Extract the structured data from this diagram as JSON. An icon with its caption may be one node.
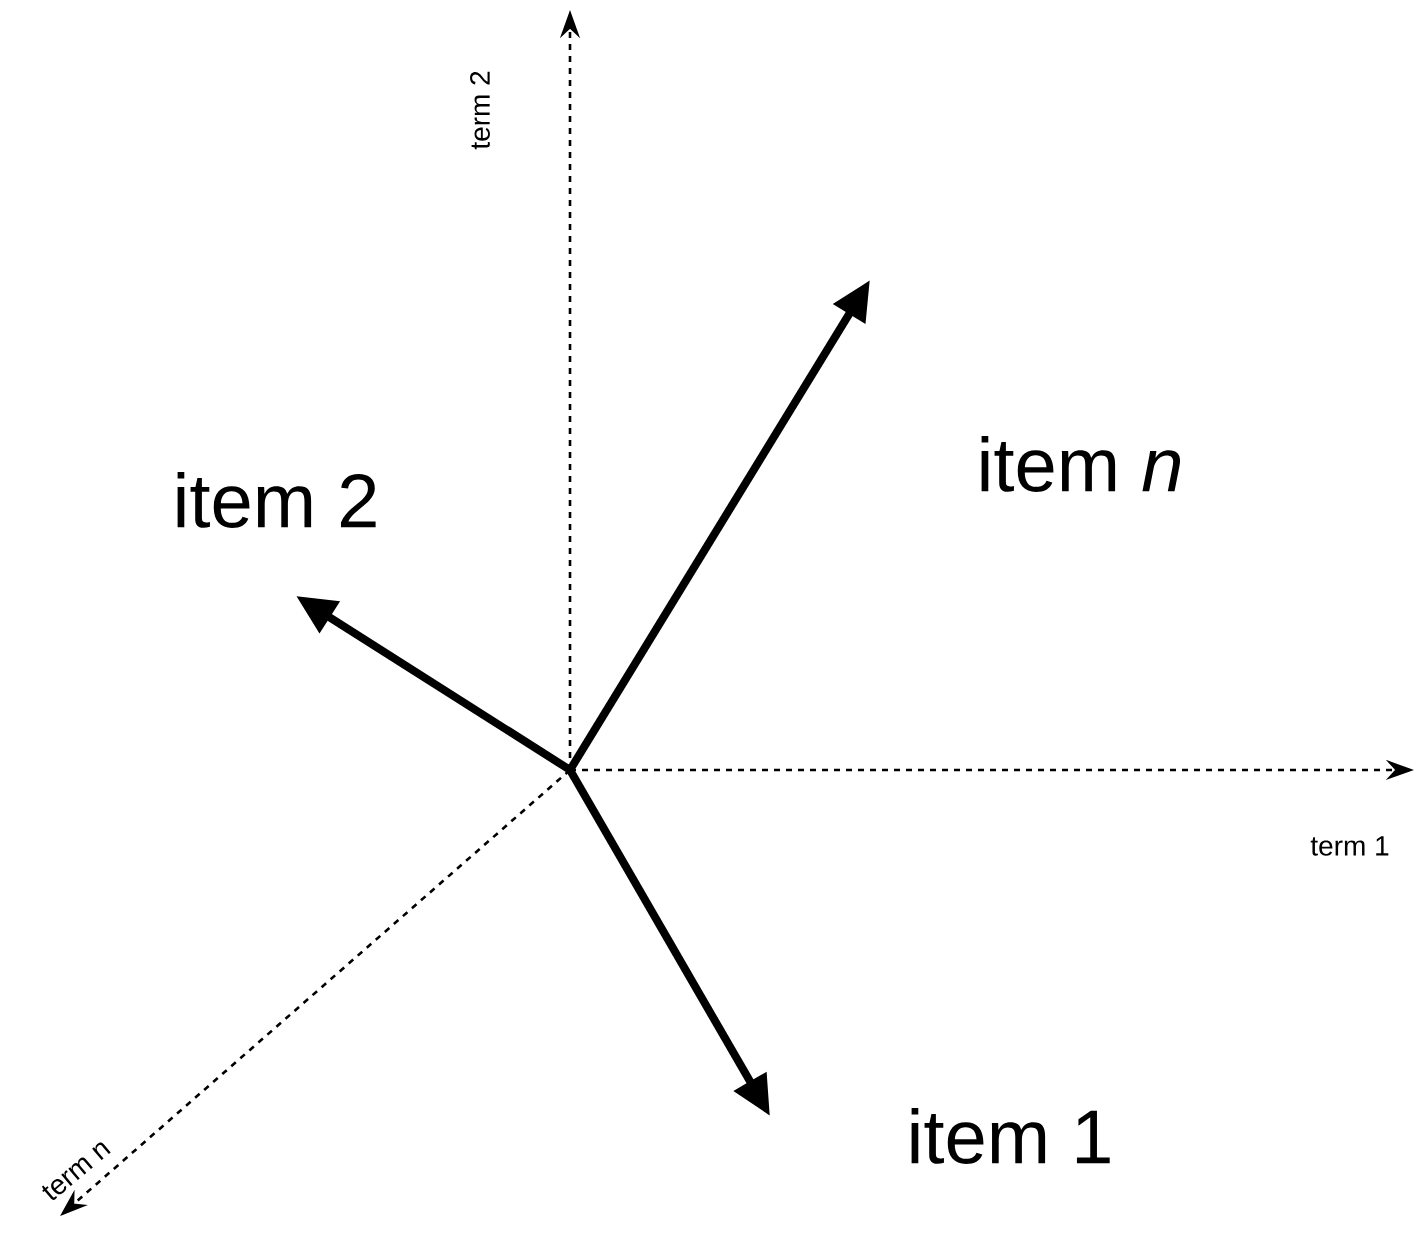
{
  "diagram": {
    "labels": [
      "term 2",
      "item *n*",
      "item 2",
      "term 1",
      "item 1",
      "term n"
    ]
  }
}
